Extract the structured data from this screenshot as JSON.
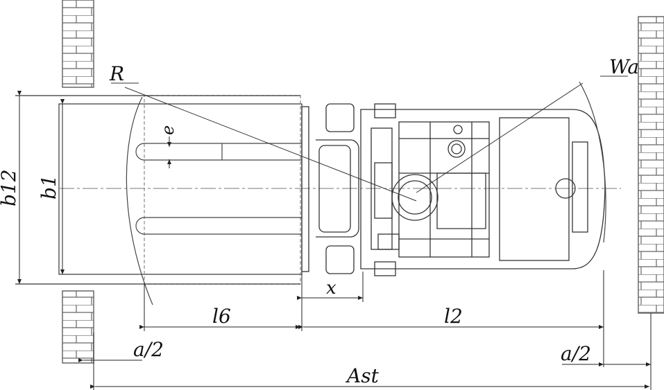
{
  "diagram": {
    "labels": {
      "R": "R",
      "Wa": "Wa",
      "e": "e",
      "b12": "b12",
      "b1": "b1",
      "x": "x",
      "l6": "l6",
      "l2": "l2",
      "a2_left": "a/2",
      "a2_right": "a/2",
      "Ast": "Ast"
    },
    "colors": {
      "line": "#333333",
      "dash": "#777777",
      "brick": "#666666"
    }
  }
}
